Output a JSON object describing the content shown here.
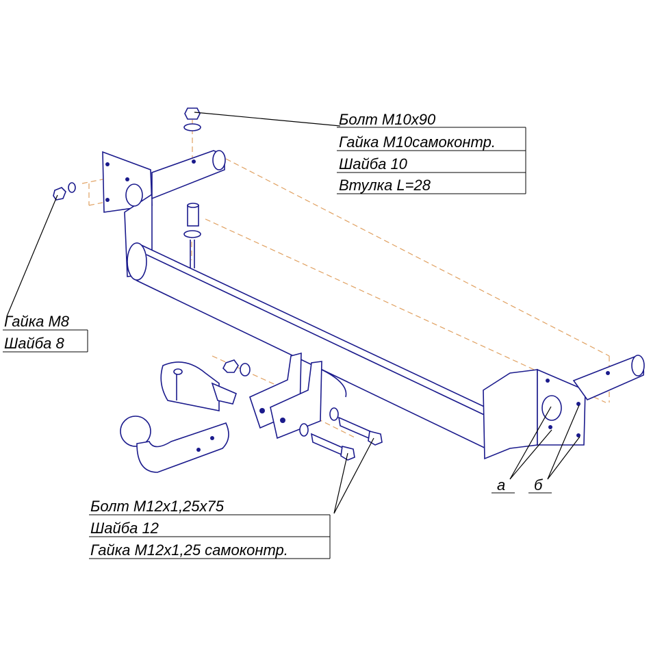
{
  "callouts": {
    "top_right": [
      "Болт М10х90",
      "Гайка М10самоконтр.",
      "Шайба 10",
      "Втулка L=28"
    ],
    "left": [
      "Гайка М8",
      "Шайба 8"
    ],
    "bottom": [
      "Болт М12х1,25х75",
      "Шайба 12",
      "Гайка М12х1,25 самоконтр."
    ],
    "marks": [
      "а",
      "б"
    ]
  },
  "colors": {
    "outline": "#1a1a8c",
    "centerline": "#e0a060",
    "leader": "#000000"
  }
}
